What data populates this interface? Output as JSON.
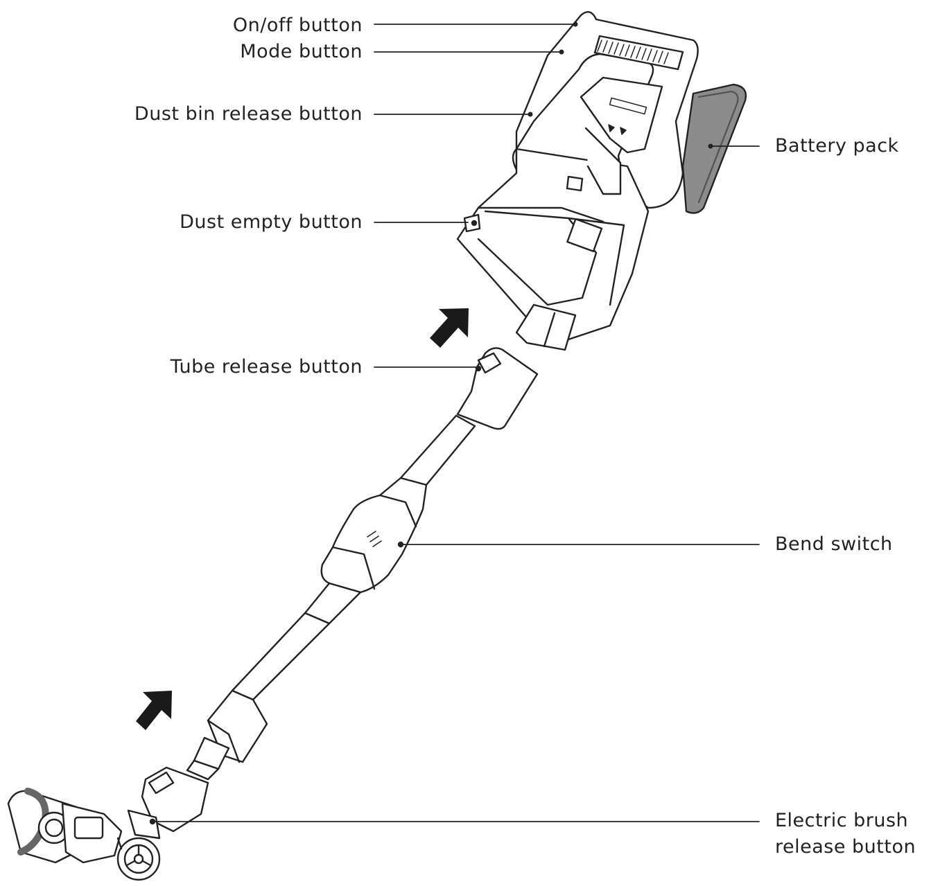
{
  "colors": {
    "line": "#222222",
    "fill": "#ffffff",
    "grey": "#888888",
    "arrow": "#1a1a1a"
  },
  "labels": {
    "on_off": "On/off button",
    "mode": "Mode button",
    "dust_bin_release": "Dust bin release button",
    "battery_pack": "Battery pack",
    "dust_empty": "Dust empty button",
    "tube_release": "Tube release button",
    "bend_switch": "Bend switch",
    "electric_brush_line1": "Electric brush",
    "electric_brush_line2": "release button"
  },
  "icons": [
    "arrow-up-right-icon"
  ]
}
